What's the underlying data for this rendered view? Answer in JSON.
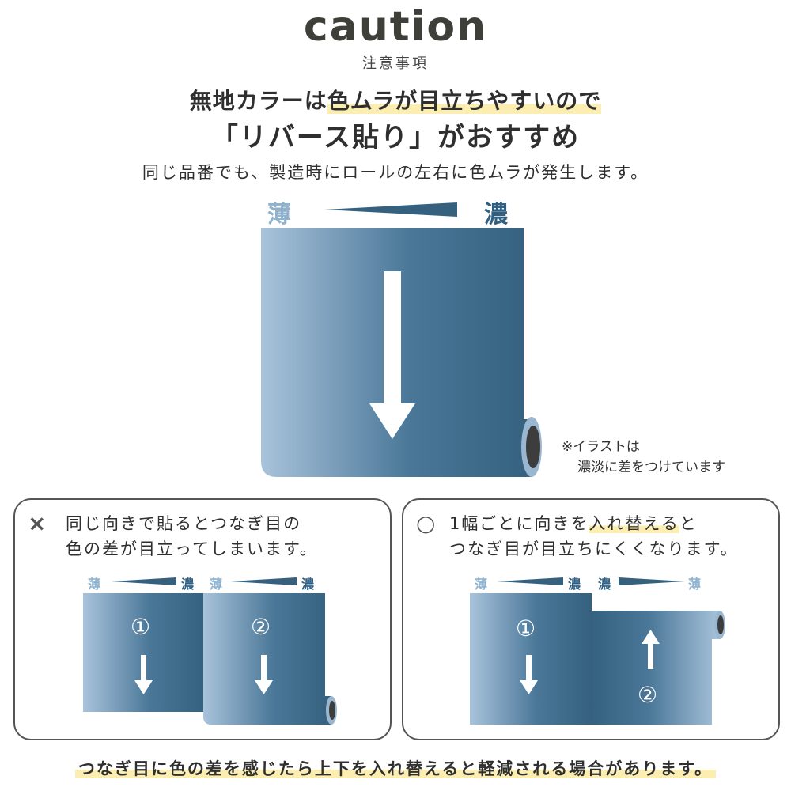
{
  "header": {
    "title": "caution",
    "subtitle": "注意事項",
    "headline_line1_pre": "無地カラーは",
    "headline_line1_highlight": "色ムラが目立ちやすいので",
    "headline_line2": "「リバース貼り」がおすすめ",
    "lead": "同じ品番でも、製造時にロールの左右に色ムラが発生します。"
  },
  "main_diagram": {
    "light_label": "薄",
    "dark_label": "濃"
  },
  "note": {
    "line1": "※イラストは",
    "line2": "濃淡に差をつけています"
  },
  "panel_ng": {
    "mark": "×",
    "text_line1": "同じ向きで貼るとつなぎ目の",
    "text_line2": "色の差が目立ってしまいます。",
    "light_label": "薄",
    "dark_label": "濃",
    "roll1_number": "①",
    "roll2_number": "②"
  },
  "panel_ok": {
    "mark": "○",
    "text_line1_pre": "1幅ごとに向きを",
    "text_line1_highlight": "入れ替える",
    "text_line1_post": "と",
    "text_line2": "つなぎ目が目立ちにくくなります。",
    "light_label": "薄",
    "dark_label": "濃",
    "roll1_number": "①",
    "roll2_number": "②"
  },
  "footer": {
    "text": "つなぎ目に色の差を感じたら上下を入れ替えると軽減される場合があります。"
  },
  "colors": {
    "light_blue": "#a9c3db",
    "dark_blue": "#35617f",
    "highlight": "#fbeeb0"
  }
}
